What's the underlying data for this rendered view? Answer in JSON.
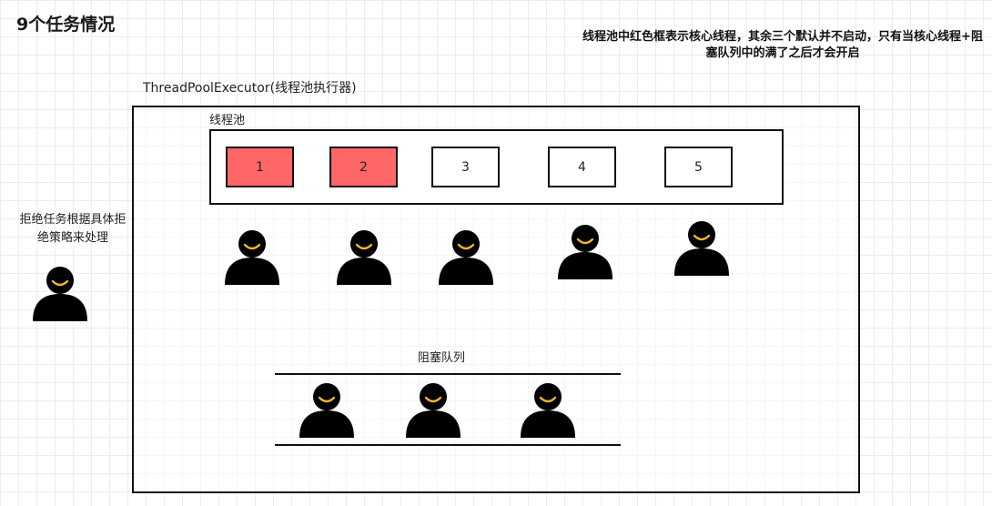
{
  "title": "9个任务情况",
  "note": "线程池中红色框表示核心线程，其余三个默认并不启动，只有当核心线程+阻塞队列中的满了之后才会开启",
  "executor": {
    "label": "ThreadPoolExecutor(线程池执行器)"
  },
  "pool": {
    "label": "线程池",
    "threads": [
      {
        "label": "1",
        "core": true
      },
      {
        "label": "2",
        "core": true
      },
      {
        "label": "3",
        "core": false
      },
      {
        "label": "4",
        "core": false
      },
      {
        "label": "5",
        "core": false
      }
    ]
  },
  "queue": {
    "label": "阻塞队列"
  },
  "reject": {
    "text": "拒绝任务根据具体拒绝策略来处理"
  },
  "colors": {
    "core_fill": "#ff6666",
    "normal_fill": "#ffffff",
    "person": "#000000",
    "smile": "#f0b429",
    "border": "#111111"
  },
  "icons": {
    "person": "person-task-icon"
  }
}
